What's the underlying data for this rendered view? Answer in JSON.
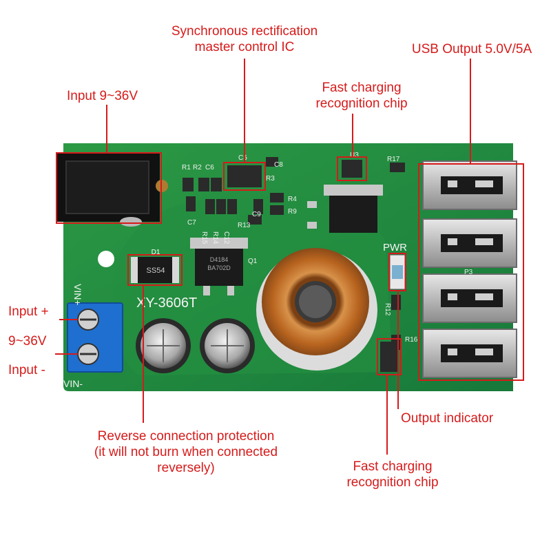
{
  "labels": {
    "sync_ic": [
      "Synchronous rectification",
      "master control IC"
    ],
    "usb_output": "USB Output 5.0V/5A",
    "input_voltage": "Input 9~36V",
    "fast_chip_top": [
      "Fast charging",
      "recognition chip"
    ],
    "input_plus": "Input +",
    "input_range": "9~36V",
    "input_minus": "Input -",
    "output_indicator": "Output indicator",
    "reverse_protection": [
      "Reverse connection protection",
      "(it will not burn when connected",
      "reversely)"
    ],
    "fast_chip_bottom": [
      "Fast charging",
      "recognition chip"
    ]
  },
  "board": {
    "model": "XY-3606T",
    "vin_plus": "VIN+",
    "vin_minus": "VIN-",
    "pwr": "PWR",
    "diode_label": "D1",
    "diode_code": "SS54",
    "mosfet_code": "D4184",
    "mosfet_code2": "BA702D",
    "refs": [
      "R1",
      "R2",
      "C6",
      "C5",
      "C8",
      "R3",
      "R4",
      "R9",
      "C7",
      "R15",
      "R14",
      "C12",
      "R13",
      "C9",
      "U3",
      "R17",
      "R12",
      "R16",
      "P3",
      "Q1"
    ]
  },
  "colors": {
    "annotation": "#d61a1a",
    "pcb": "#1f8a3a",
    "terminal": "#1e6fd0",
    "copper": "#c77a2a"
  }
}
